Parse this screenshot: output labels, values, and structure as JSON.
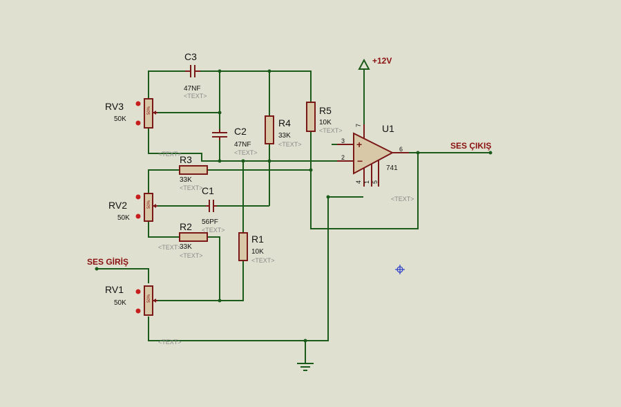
{
  "nets": {
    "supply": "+12V",
    "input": "SES GİRİŞ",
    "output": "SES ÇIKIŞ"
  },
  "components": {
    "c1": {
      "ref": "C1",
      "value": "56PF",
      "text": "<TEXT>"
    },
    "c2": {
      "ref": "C2",
      "value": "47NF",
      "text": "<TEXT>"
    },
    "c3": {
      "ref": "C3",
      "value": "47NF",
      "text": "<TEXT>"
    },
    "r1": {
      "ref": "R1",
      "value": "10K",
      "text": "<TEXT>"
    },
    "r2": {
      "ref": "R2",
      "value": "33K",
      "text": "<TEXT>"
    },
    "r3": {
      "ref": "R3",
      "value": "33K",
      "text": "<TEXT>"
    },
    "r4": {
      "ref": "R4",
      "value": "33K",
      "text": "<TEXT>"
    },
    "r5": {
      "ref": "R5",
      "value": "10K",
      "text": "<TEXT>"
    },
    "rv1": {
      "ref": "RV1",
      "value": "50K",
      "wiper": "50%",
      "text": "<TEXT>"
    },
    "rv2": {
      "ref": "RV2",
      "value": "50K",
      "wiper": "50%",
      "text": "<TEXT>"
    },
    "rv3": {
      "ref": "RV3",
      "value": "50K",
      "wiper": "50%",
      "text": "<TEXT>"
    },
    "u1": {
      "ref": "U1",
      "value": "741",
      "text": "<TEXT>",
      "pins": {
        "noninv": "3",
        "inv": "2",
        "out": "6",
        "vcc": "7",
        "vee": "4",
        "off1": "1",
        "off2": "5"
      },
      "noninv_sign": "+",
      "inv_sign": "−"
    }
  },
  "colors": {
    "background": "#e0e0d0",
    "wire": "#1a5a1a",
    "component": "#7a1818",
    "net_label": "#8a1010",
    "placeholder": "#8a8a8a",
    "cursor": "#2a3cc8"
  }
}
